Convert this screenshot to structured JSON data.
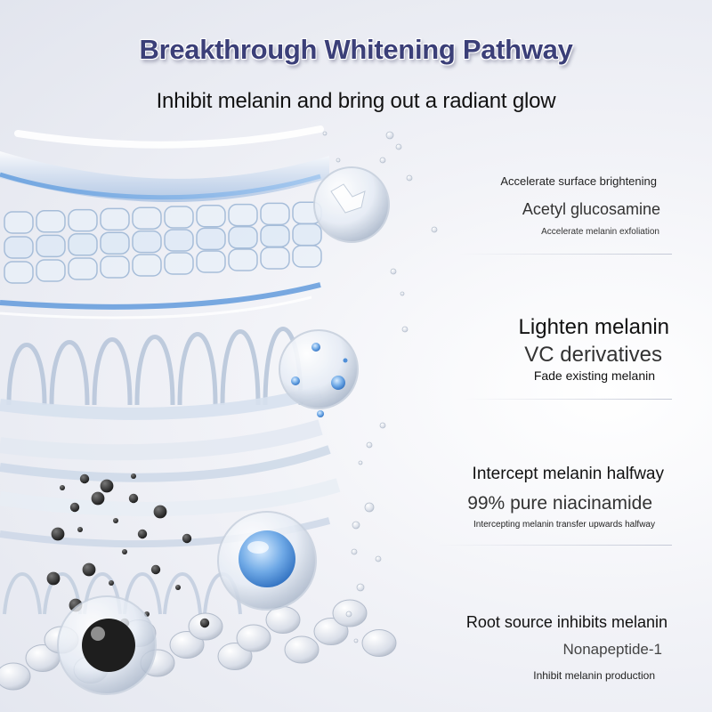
{
  "header": {
    "title": "Breakthrough Whitening Pathway",
    "subtitle": "Inhibit melanin and bring out a radiant glow"
  },
  "steps": [
    {
      "label": "Accelerate surface brightening",
      "ingredient": "Acetyl glucosamine",
      "description": "Accelerate melanin exfoliation"
    },
    {
      "label": "Lighten melanin",
      "ingredient": "VC derivatives",
      "description": "Fade existing melanin"
    },
    {
      "label": "Intercept melanin halfway",
      "ingredient": "99% pure niacinamide",
      "description": "Intercepting melanin transfer upwards halfway"
    },
    {
      "label": "Root source inhibits melanin",
      "ingredient": "Nonapeptide-1",
      "description": "Inhibit melanin production"
    }
  ],
  "colors": {
    "title": "#3b3f78",
    "text": "#111111",
    "accent_blue": "#5f9fe0",
    "melanin": "#1a1a1a"
  }
}
